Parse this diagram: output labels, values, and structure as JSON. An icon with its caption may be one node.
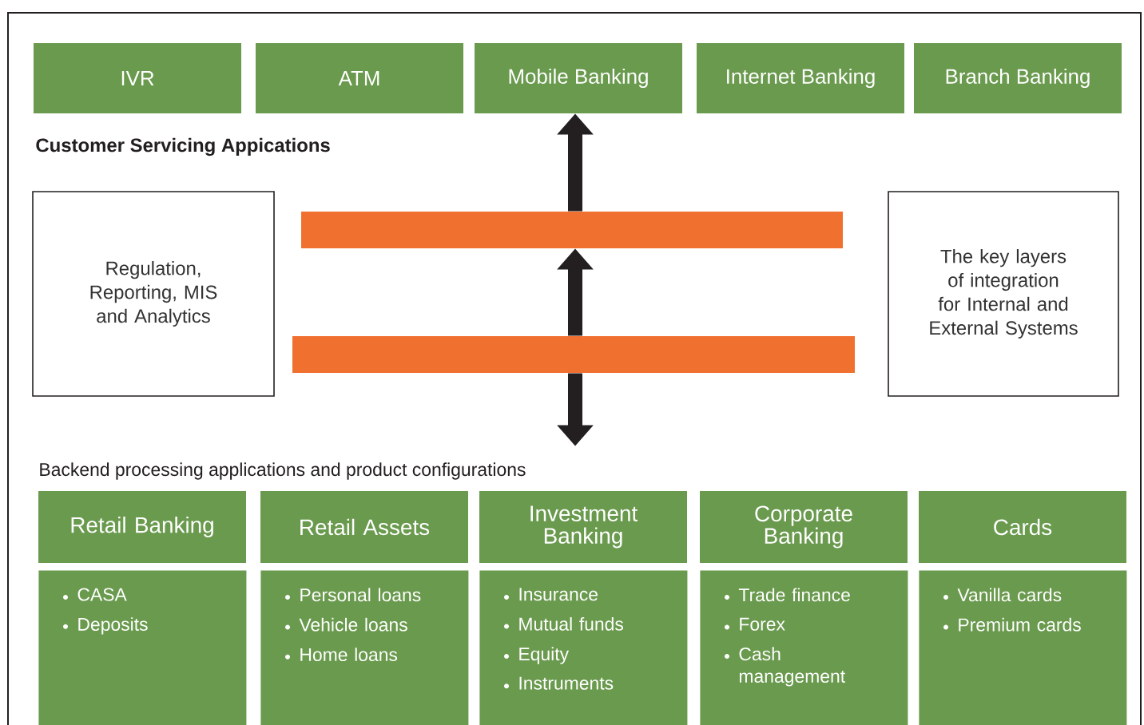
{
  "diagram": {
    "nodes": [
      {
        "text": [
          "IVR"
        ]
      },
      {
        "text": [
          "ATM"
        ]
      },
      {
        "text": [
          "Mobile Banking"
        ]
      },
      {
        "text": [
          "Internet Banking"
        ]
      },
      {
        "text": [
          "Branch Banking"
        ]
      },
      {
        "text": [
          "Regulation, Reporting, MIS and Analytics"
        ]
      },
      {
        "text": [
          "The key layers of integration for Internal and External Systems"
        ]
      },
      {
        "text": [],
        "shape": "bar"
      },
      {
        "text": [],
        "shape": "bar"
      },
      {
        "text": [
          "Retail Banking"
        ]
      },
      {
        "text": [
          "Retail Assets"
        ]
      },
      {
        "text": [
          "Investment Banking"
        ]
      },
      {
        "text": [
          "Corporate Banking"
        ]
      },
      {
        "text": [
          "Cards"
        ]
      },
      {
        "text": [
          "CASA",
          "Deposits"
        ]
      },
      {
        "text": [
          "Personal loans",
          "Vehicle loans",
          "Home loans"
        ]
      },
      {
        "text": [
          "Insurance",
          "Mutual funds",
          "Equity",
          "Instruments"
        ]
      },
      {
        "text": [
          "Trade finance",
          "Forex",
          "Cash management"
        ]
      },
      {
        "text": [
          "Vanilla cards",
          "Premium cards"
        ]
      }
    ],
    "edges": [
      {
        "from": 7,
        "to": 2,
        "arrow": "to"
      },
      {
        "from": 8,
        "to": 7,
        "arrow": "to"
      },
      {
        "from": 8,
        "to": 11,
        "arrow": "to"
      }
    ],
    "labels": [
      "Customer Servicing Appications",
      "Backend processing applications and product configurations"
    ]
  }
}
